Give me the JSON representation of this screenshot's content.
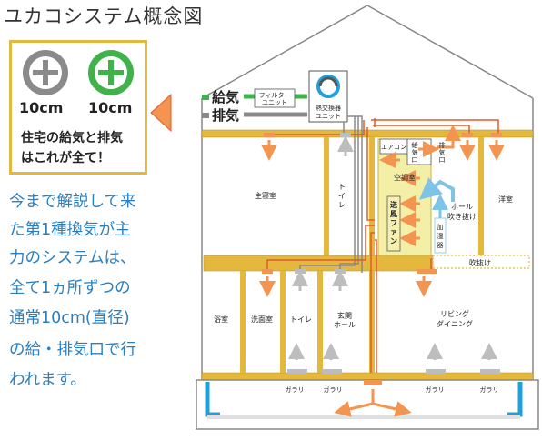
{
  "title": "ユカコシステム概念図",
  "legend": {
    "size_left": "10cm",
    "size_right": "10cm",
    "text_line1": "住宅の給気と排気",
    "text_line2": "はこれが全て！"
  },
  "description": [
    "今まで解説して来",
    "た第1種換気が主",
    "力のシステムは、",
    "全て1ヵ所ずつの",
    "通常10cm(直径)",
    "の給・排気口で行",
    "われます。"
  ],
  "diagram": {
    "supply": "給気",
    "exhaust": "排気",
    "filter_unit": [
      "フィルター",
      "ユニット"
    ],
    "hrv_unit": [
      "熱交換器",
      "ユニット"
    ],
    "aircon": "エアコン",
    "supply_port": [
      "給",
      "気",
      "口"
    ],
    "exhaust_port": [
      "排",
      "気",
      "口"
    ],
    "ac_room": "空調室",
    "fan": [
      "送",
      "風",
      "フ",
      "ァ",
      "ン"
    ],
    "humidifier": [
      "加",
      "湿",
      "器"
    ],
    "hall_void": [
      "ホール",
      "吹き抜け"
    ],
    "rooms": {
      "master_bed": "主寝室",
      "toilet_up": [
        "ト",
        "イ",
        "レ"
      ],
      "western": "洋室",
      "void": "吹抜け",
      "bath": "浴室",
      "washroom": "洗面室",
      "toilet_down": "トイレ",
      "entrance": [
        "玄関",
        "ホール"
      ],
      "living": [
        "リビング",
        "ダイニング"
      ]
    },
    "garari": [
      "ガラリ",
      "ガラリ",
      "ガラリ",
      "ガラリ"
    ]
  },
  "colors": {
    "frame": "#e3b83c",
    "supply_green": "#3fb24a",
    "exhaust_gray": "#8a8a8a",
    "ac_room": "#f4efa6",
    "arrow_orange": "#f39450",
    "duct_red": "#e25a2b",
    "humid_blue": "#7ec3e8",
    "foundation_blue": "#1fa0d9"
  }
}
